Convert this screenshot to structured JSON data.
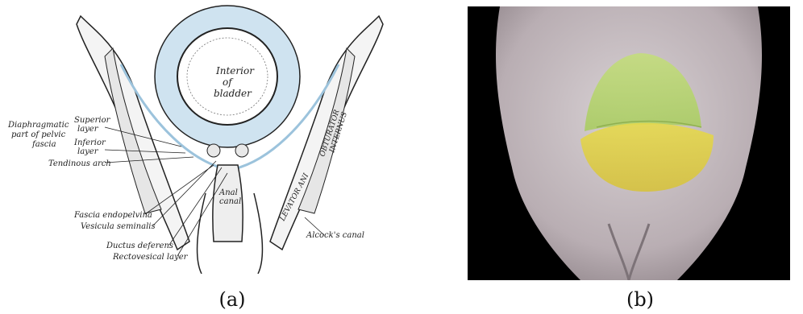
{
  "panel_a": {
    "labels": {
      "diaphragmatic": "Diaphragmatic",
      "part_of_pelvic": "part of pelvic",
      "fascia": "fascia",
      "superior": "Superior",
      "layer1": "layer",
      "inferior": "Inferior",
      "layer2": "layer",
      "tendinous_arch": "Tendinous arch",
      "interior": "Interior",
      "of": "of",
      "bladder": "bladder",
      "anal": "Anal",
      "canal": "canal",
      "levator_ani": "LEVATOR ANI",
      "obturator": "OBTURATOR",
      "internus": "INTERNUS",
      "fascia_endopelvina": "Fascia endopelvina",
      "vesicula_seminalis": "Vesicula seminalis",
      "ductus_deferens": "Ductus deferens",
      "rectovesical_layer": "Rectovesical layer",
      "alcocks_canal": "Alcock's canal"
    }
  },
  "captions": {
    "a": "(a)",
    "b": "(b)"
  },
  "colors": {
    "fascia_blue": "#cfe3f0",
    "ink": "#222222",
    "skin": "#b9aeb3",
    "overlay_green": "#b7d86a",
    "overlay_yellow": "#e3d24a",
    "background_black": "#000000"
  }
}
